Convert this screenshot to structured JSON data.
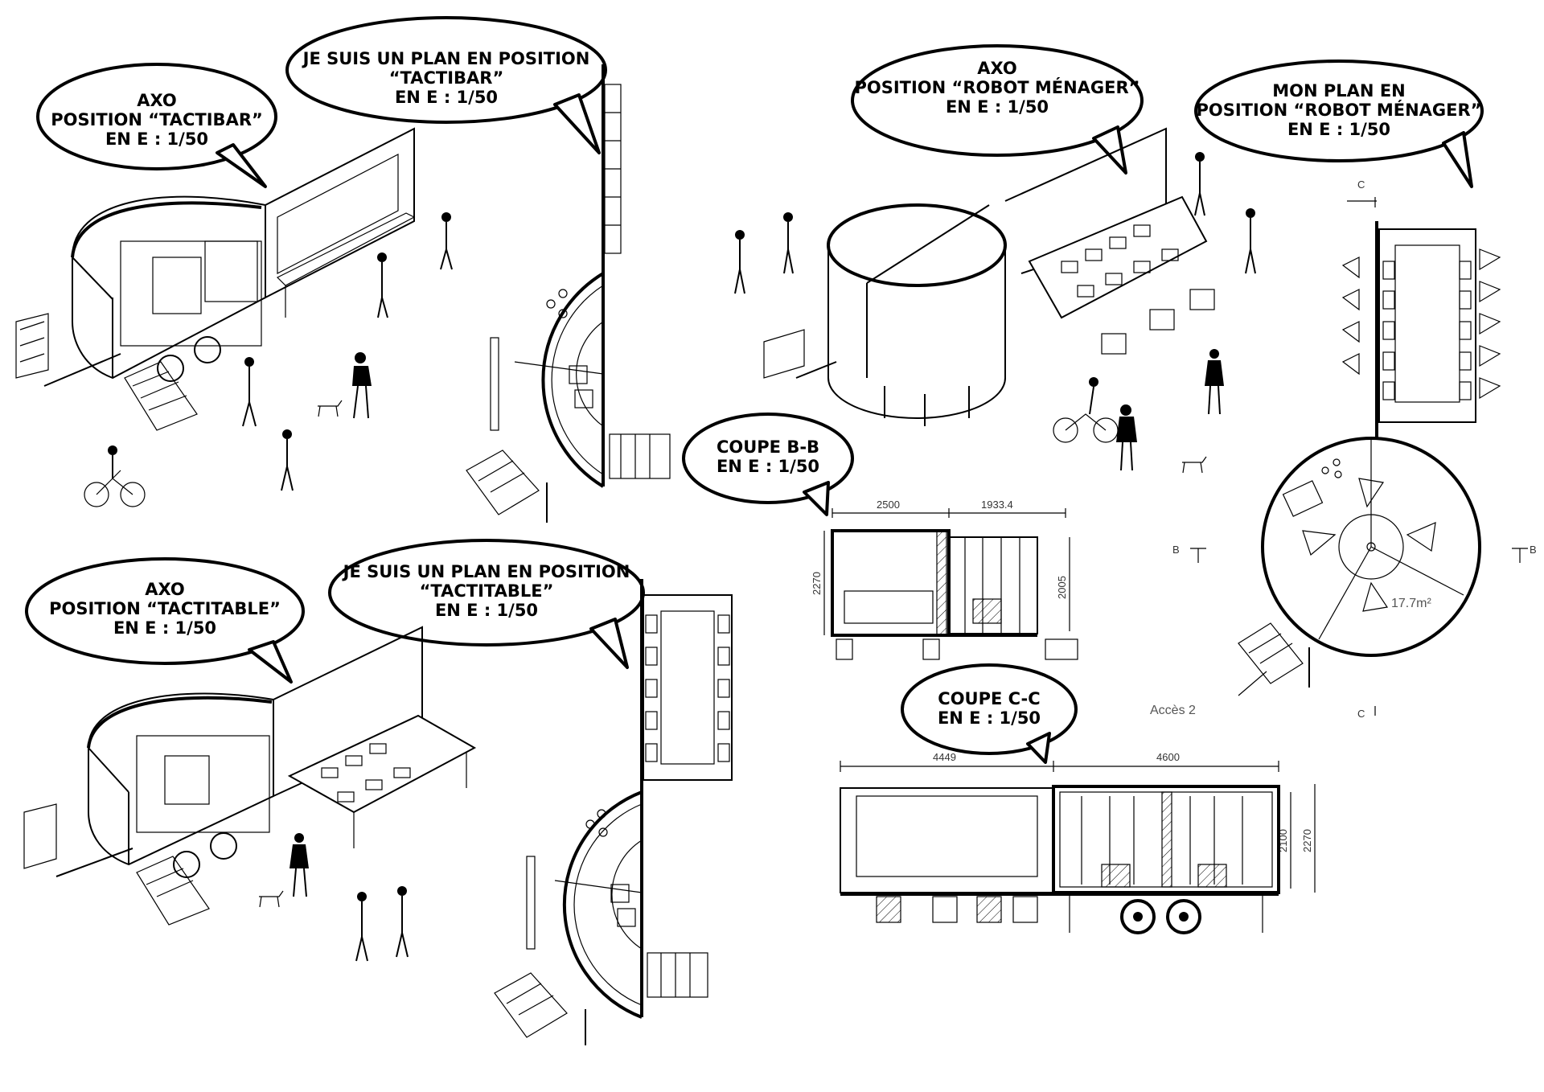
{
  "bubbles": {
    "axo_tactibar": [
      "AXO",
      "POSITION “TACTIBAR”",
      "EN E : 1/50"
    ],
    "plan_tactibar": [
      "JE SUIS UN PLAN EN POSITION",
      "“TACTIBAR”",
      "EN E : 1/50"
    ],
    "axo_robot": [
      "AXO",
      "POSITION “ROBOT MÉNAGER”",
      "EN E : 1/50"
    ],
    "plan_robot": [
      "MON PLAN EN",
      "POSITION “ROBOT MÉNAGER”",
      "EN E : 1/50"
    ],
    "coupe_bb": [
      "COUPE B-B",
      "EN E : 1/50"
    ],
    "axo_tactitable": [
      "AXO",
      "POSITION “TACTITABLE”",
      "EN E : 1/50"
    ],
    "plan_tactitable": [
      "JE SUIS UN PLAN EN POSITION",
      "“TACTITABLE”",
      "EN E : 1/50"
    ],
    "coupe_cc": [
      "COUPE C-C",
      "EN E : 1/50"
    ]
  },
  "section_bb": {
    "dim_left": "2500",
    "dim_right": "1933.4",
    "height_left": "2270",
    "height_right": "2005"
  },
  "section_cc": {
    "dim_left": "4449",
    "dim_right": "4600",
    "height_inner": "2100",
    "height_outer": "2270"
  },
  "plan_robot_labels": {
    "cut_c_top": "C",
    "cut_c_bottom": "C",
    "cut_b_left": "B",
    "cut_b_right": "B",
    "area": "17.7m²",
    "access": "Accès 2"
  }
}
